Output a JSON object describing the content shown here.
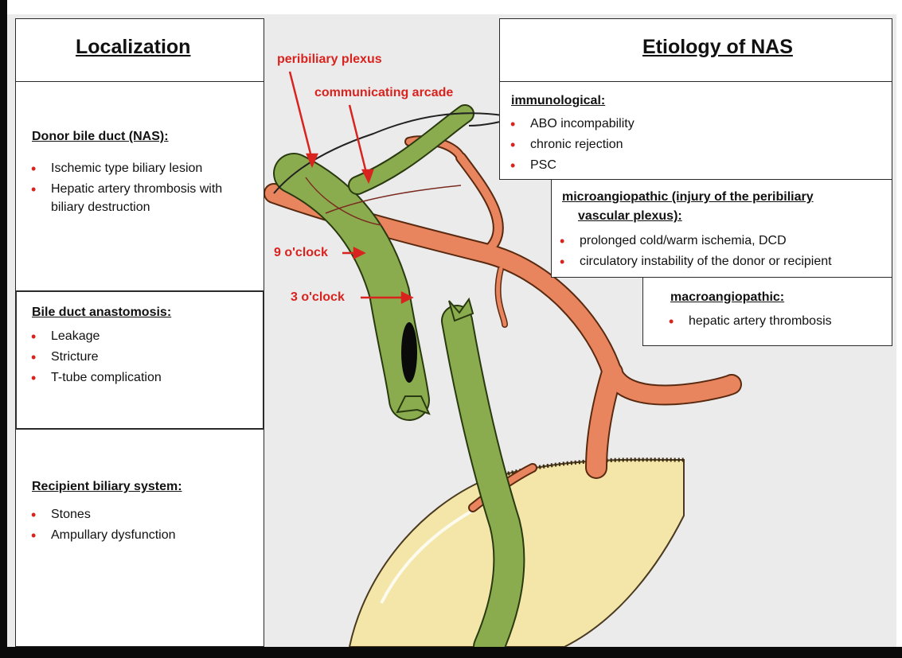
{
  "localization": {
    "title": "Localization",
    "donor": {
      "title": "Donor bile duct (NAS):",
      "items": [
        "Ischemic type biliary lesion",
        "Hepatic artery thrombosis with",
        "biliary destruction"
      ]
    },
    "anastomosis": {
      "title": "Bile duct anastomosis:",
      "items": [
        "Leakage",
        "Stricture",
        "T-tube complication"
      ]
    },
    "recipient": {
      "title": "Recipient biliary system:",
      "items": [
        "Stones",
        "Ampullary dysfunction"
      ]
    }
  },
  "etiology": {
    "title": "Etiology of NAS",
    "immunological": {
      "title": "immunological:",
      "items": [
        "ABO incompability",
        "chronic rejection",
        "PSC"
      ]
    },
    "microangiopathic": {
      "title_line1": "microangiopathic (injury of the peribiliary",
      "title_line2": "vascular plexus):",
      "items": [
        "prolonged cold/warm ischemia, DCD",
        "circulatory instability of the donor or recipient"
      ]
    },
    "macroangiopathic": {
      "title": "macroangiopathic:",
      "items": [
        "hepatic artery thrombosis"
      ]
    }
  },
  "labels": {
    "peribiliary": "peribiliary plexus",
    "communicating": "communicating arcade",
    "nine": "9 o'clock",
    "three": "3 o'clock"
  },
  "colors": {
    "accent_red": "#d8231f",
    "artery": "#e8855f",
    "duct": "#8aac4e",
    "bowel": "#f3e6a8"
  }
}
